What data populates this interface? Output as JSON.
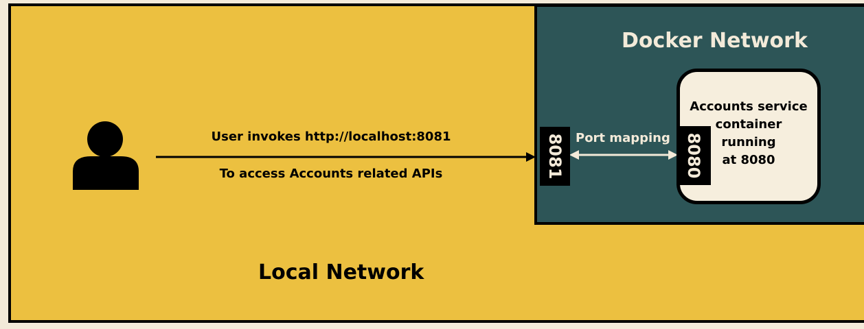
{
  "local_network": {
    "label": "Local Network"
  },
  "docker_network": {
    "label": "Docker Network"
  },
  "user": {
    "icon": "user-icon"
  },
  "request": {
    "line1": "User invokes http://localhost:8081",
    "line2": "To access Accounts related APIs"
  },
  "host_port": "8081",
  "container_port": "8080",
  "port_mapping_label": "Port mapping",
  "container": {
    "lines": [
      "Accounts service",
      "container",
      "running",
      "at 8080"
    ]
  },
  "colors": {
    "local_network_bg": "#ecc040",
    "docker_network_bg": "#2d5557",
    "container_bg": "#f6eedd",
    "outline": "#000000",
    "light_text": "#f3ead9"
  }
}
